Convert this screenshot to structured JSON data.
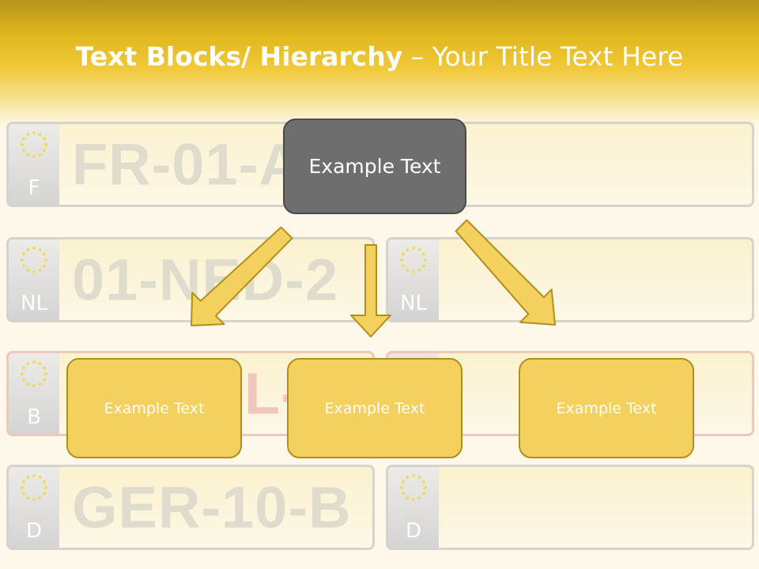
{
  "slide": {
    "title_bold": "Text Blocks/ Hierarchy",
    "title_rest": " – Your Title Text Here"
  },
  "diagram": {
    "root": {
      "label": "Example Text"
    },
    "children": [
      {
        "label": "Example Text"
      },
      {
        "label": "Example Text"
      },
      {
        "label": "Example Text"
      }
    ]
  },
  "background_plates": [
    {
      "country": "F",
      "registration": "FR-01-A"
    },
    {
      "country": "",
      "registration": ""
    },
    {
      "country": "NL",
      "registration": "01-NED-2"
    },
    {
      "country": "NL",
      "registration": ""
    },
    {
      "country": "B",
      "registration": "L-"
    },
    {
      "country": "",
      "registration": ""
    },
    {
      "country": "D",
      "registration": "GER-10-B"
    },
    {
      "country": "D",
      "registration": ""
    }
  ],
  "colors": {
    "header_gold": "#e2b91f",
    "root_box": "#6e6e6e",
    "child_box": "#f4d05f",
    "arrow_fill": "#f4d05f",
    "arrow_stroke": "#b0901c"
  }
}
